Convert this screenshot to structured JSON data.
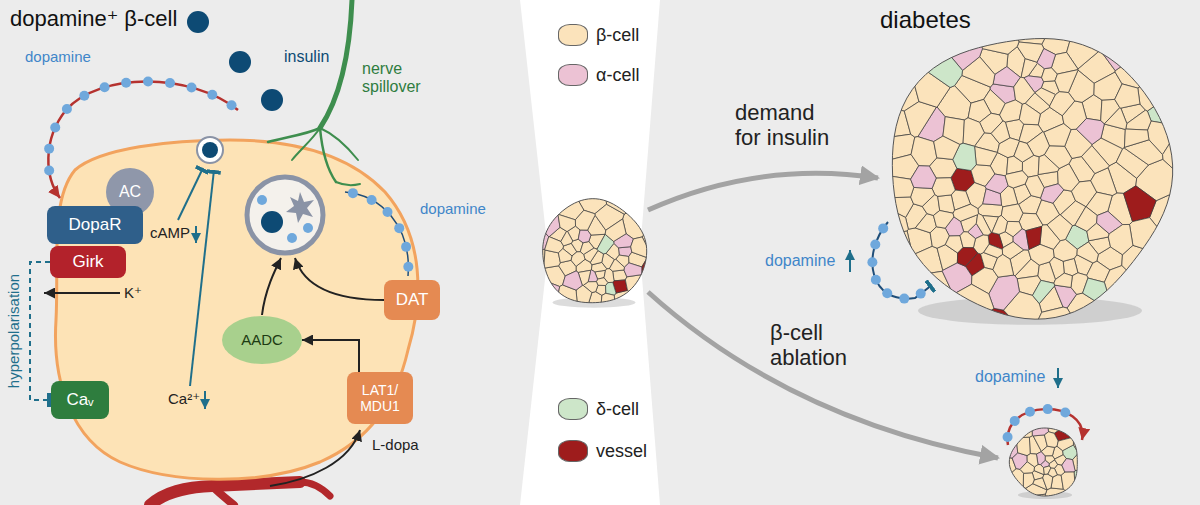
{
  "diagram": {
    "nodes": [
      {
        "text": [
          "dopamine⁺ β-cell"
        ]
      },
      {
        "text": [
          "AC"
        ],
        "in": 0
      },
      {
        "text": [
          "DopaR"
        ],
        "in": 0
      },
      {
        "text": [
          "Girk"
        ],
        "in": 0
      },
      {
        "text": [
          "Caᵥ"
        ],
        "in": 0
      },
      {
        "text": [
          "AADC"
        ],
        "in": 0
      },
      {
        "text": [
          "DAT"
        ],
        "in": 0
      },
      {
        "text": [
          "LAT1/ MDU1"
        ],
        "in": 0
      },
      {
        "text": [
          "diabetes"
        ]
      }
    ],
    "edges": [
      {
        "from": 3,
        "to": 4,
        "label": "hyperpolarisation",
        "arrow": "to"
      },
      {
        "from": 7,
        "to": 5,
        "arrow": "to"
      }
    ],
    "labels": [
      "insulin",
      "dopamine",
      "nerve spillover",
      "dopamine",
      "cAMP",
      "K⁺",
      "Ca²⁺",
      "L-dopa",
      "demand for insulin",
      "β-cell ablation",
      "dopamine",
      "dopamine"
    ],
    "legend": [
      {
        "text": "β-cell",
        "color": "#fbe3bb"
      },
      {
        "text": "α-cell",
        "color": "#ecc2d4"
      },
      {
        "text": "δ-cell",
        "color": "#cde6c9"
      },
      {
        "text": "vessel",
        "color": "#9e1c1c"
      }
    ]
  }
}
